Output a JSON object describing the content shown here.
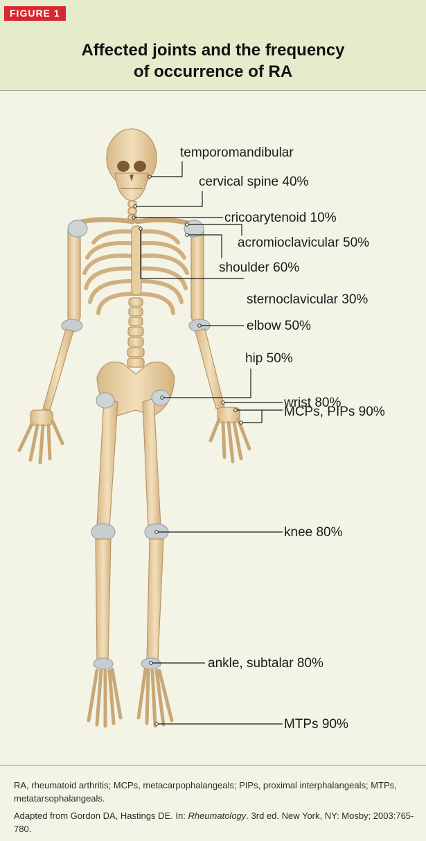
{
  "figure_tag": "FIGURE 1",
  "title_line1": "Affected joints and the frequency",
  "title_line2": "of occurrence of RA",
  "labels": {
    "temporomandibular": "temporomandibular",
    "cervical_spine": "cervical spine 40%",
    "cricoarytenoid": "cricoarytenoid 10%",
    "acromioclavicular": "acromioclavicular 50%",
    "shoulder": "shoulder 60%",
    "sternoclavicular": "sternoclavicular 30%",
    "elbow": "elbow 50%",
    "hip": "hip 50%",
    "wrist": "wrist 80%",
    "mcps_pips": "MCPs, PIPs 90%",
    "knee": "knee 80%",
    "ankle_subtalar": "ankle, subtalar 80%",
    "mtps": "MTPs 90%"
  },
  "footer": {
    "abbreviations": "RA, rheumatoid arthritis; MCPs, metacarpophalangeals; PIPs, proximal interphalangeals; MTPs, metatarsophalangeals.",
    "source_prefix": "Adapted from Gordon DA, Hastings DE. In: ",
    "source_italic": "Rheumatology",
    "source_suffix": ". 3rd ed. New York, NY: Mosby; 2003:765-780."
  },
  "colors": {
    "header_bg": "#e4eccc",
    "panel_bg": "#f4f4e6",
    "tag_red": "#d8272e",
    "bone": "#ead3a8",
    "bone_shade": "#c9a877",
    "cartilage": "#b9c2c8"
  }
}
